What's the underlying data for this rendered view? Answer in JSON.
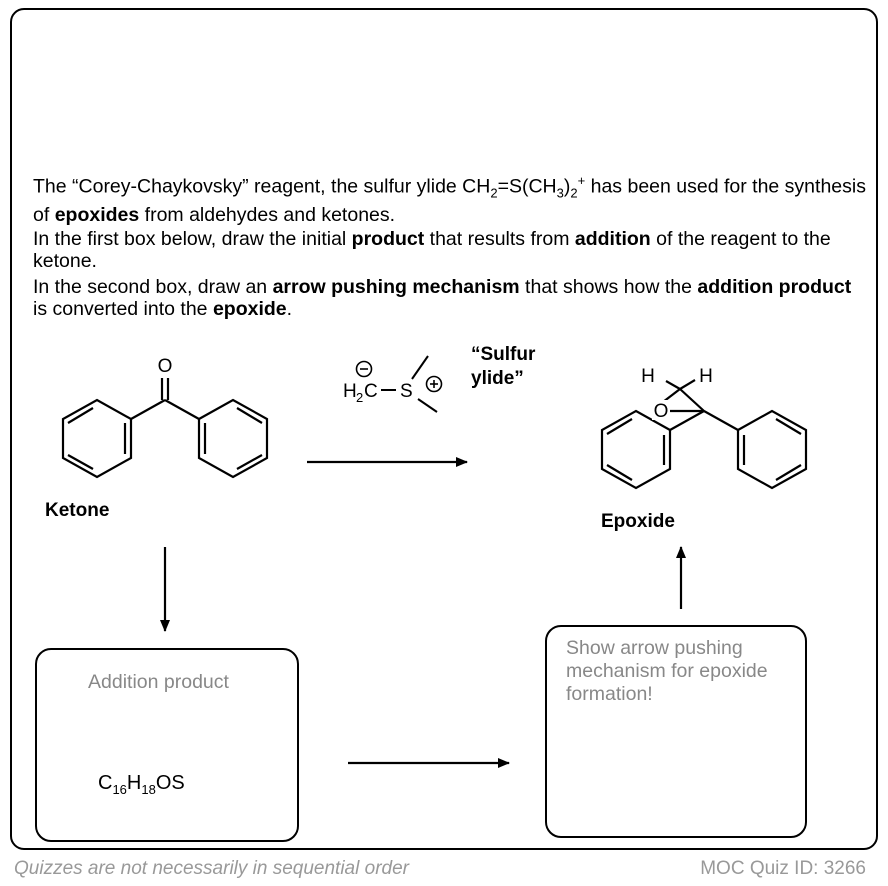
{
  "intro": {
    "p1_a": "The “Corey-Chaykovsky” reagent, the sulfur ylide CH",
    "p1_sub1": "2",
    "p1_b": "=S(CH",
    "p1_sub2": "3",
    "p1_c": ")",
    "p1_sub3": "2",
    "p1_sup": "+",
    "p1_d": " has been used for the synthesis of ",
    "p1_bold": "epoxides",
    "p1_e": " from aldehydes and ketones.",
    "p2_a": "In the first box below, draw the initial ",
    "p2_bold1": "product",
    "p2_b": " that results from ",
    "p2_bold2": "addition",
    "p2_c": " of the reagent to the ketone.",
    "p3_a": "In the second box, draw an ",
    "p3_bold1": "arrow pushing mechanism",
    "p3_b": " that shows how the ",
    "p3_bold2": "addition product",
    "p3_c": " is converted into the ",
    "p3_bold3": "epoxide",
    "p3_d": "."
  },
  "structures": {
    "ketone_label": "Ketone",
    "epoxide_label": "Epoxide",
    "ketone_O": "O",
    "epoxide_O": "O",
    "epoxide_H1": "H",
    "epoxide_H2": "H",
    "reagent_H": "H",
    "reagent_H_sub": "2",
    "reagent_C": "C",
    "reagent_S": "S",
    "reagent_label_line1": "“Sulfur",
    "reagent_label_line2": "ylide”"
  },
  "boxes": {
    "addition_placeholder": "Addition product",
    "formula_C": "C",
    "formula_sub1": "16",
    "formula_H": "H",
    "formula_sub2": "18",
    "formula_rest": "OS",
    "mechanism_placeholder": "Show arrow pushing mechanism for epoxide formation!"
  },
  "footer": {
    "left": "Quizzes are not necessarily in sequential order",
    "right": "MOC Quiz ID: 3266"
  }
}
